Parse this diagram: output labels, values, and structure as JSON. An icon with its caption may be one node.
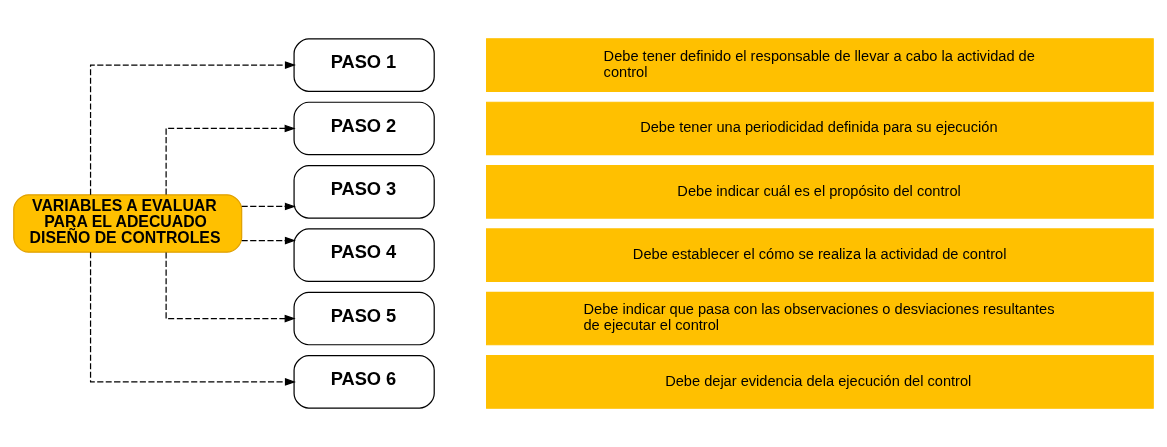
{
  "diagram": {
    "nodes": [
      {
        "text": [
          "VARIABLES A EVALUAR PARA EL ADECUADO DISEÑO DE CONTROLES"
        ]
      },
      {
        "text": [
          "PASO 1"
        ]
      },
      {
        "text": [
          "Debe tener definido el responsable de llevar a cabo la actividad de control"
        ]
      },
      {
        "text": [
          "PASO 2"
        ]
      },
      {
        "text": [
          "Debe tener una periodicidad definida para su ejecución"
        ]
      },
      {
        "text": [
          "PASO 3"
        ]
      },
      {
        "text": [
          "Debe indicar cuál es el propósito del control"
        ]
      },
      {
        "text": [
          "PASO 4"
        ]
      },
      {
        "text": [
          "Debe establecer el cómo se realiza la actividad de control"
        ]
      },
      {
        "text": [
          "PASO 5"
        ]
      },
      {
        "text": [
          "Debe indicar que pasa con las observaciones o desviaciones resultantes de ejecutar el control"
        ]
      },
      {
        "text": [
          "PASO 6"
        ]
      },
      {
        "text": [
          "Debe dejar evidencia dela ejecución del control"
        ]
      }
    ],
    "edges": [
      {
        "from": 0,
        "to": 1,
        "arrow": "to",
        "style": "dashed"
      },
      {
        "from": 0,
        "to": 3,
        "arrow": "to",
        "style": "dashed"
      },
      {
        "from": 0,
        "to": 5,
        "arrow": "to",
        "style": "dashed"
      },
      {
        "from": 0,
        "to": 7,
        "arrow": "to",
        "style": "dashed"
      },
      {
        "from": 0,
        "to": 9,
        "arrow": "to",
        "style": "dashed"
      },
      {
        "from": 0,
        "to": 11,
        "arrow": "to",
        "style": "dashed"
      }
    ]
  }
}
